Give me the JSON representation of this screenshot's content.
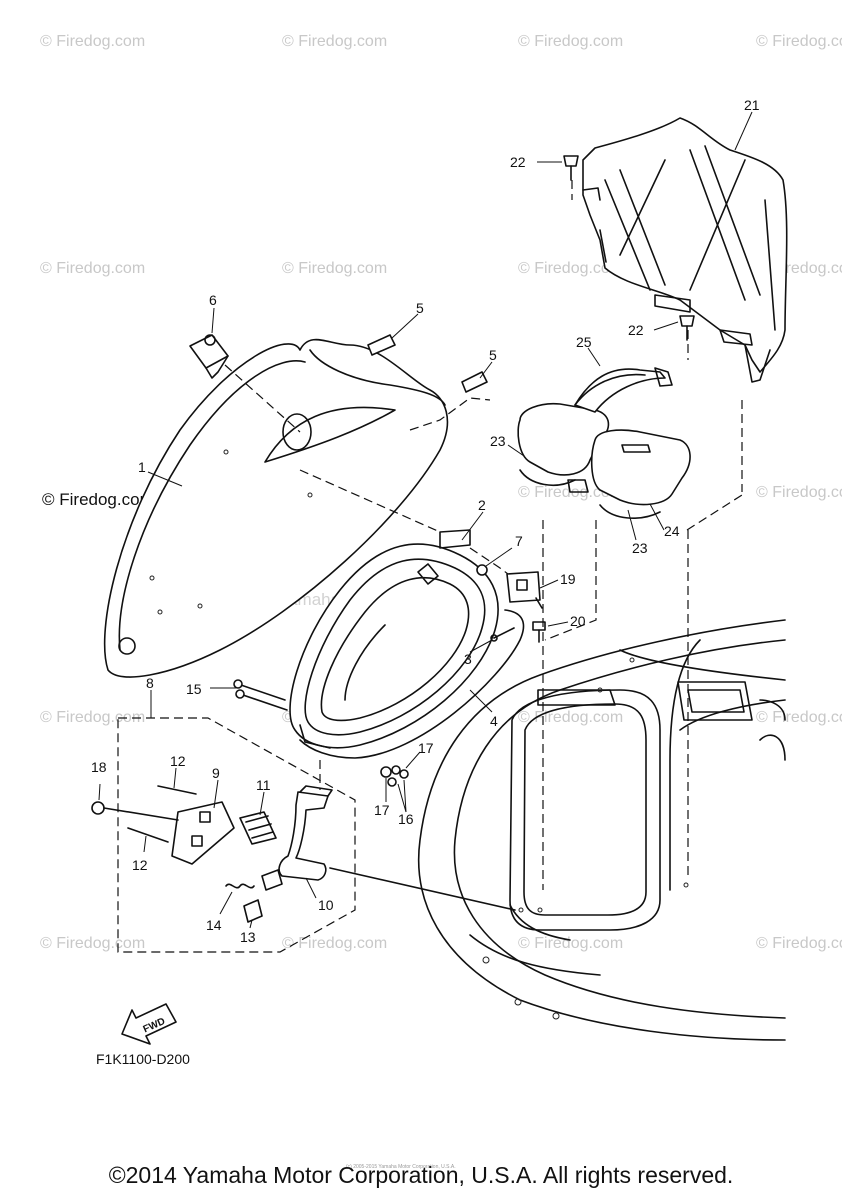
{
  "watermark": {
    "text": "© Firedog.com",
    "center_text": "Yamaha Motor Corp., U.S.A.",
    "color": "#c8c8c8"
  },
  "part_labels": {
    "p1": "1",
    "p2": "2",
    "p3": "3",
    "p4": "4",
    "p5a": "5",
    "p5b": "5",
    "p6": "6",
    "p7": "7",
    "p8": "8",
    "p9": "9",
    "p10": "10",
    "p11": "11",
    "p12a": "12",
    "p12b": "12",
    "p13": "13",
    "p14": "14",
    "p15": "15",
    "p16": "16",
    "p17a": "17",
    "p17b": "17",
    "p18": "18",
    "p19": "19",
    "p20": "20",
    "p21": "21",
    "p22a": "22",
    "p22b": "22",
    "p23a": "23",
    "p23b": "23",
    "p24": "24",
    "p25": "25"
  },
  "fwd_label": "FWD",
  "diagram_code": "F1K1100-D200",
  "copyright": "©2014 Yamaha Motor Corporation, U.S.A. All rights reserved.",
  "fine_print": "(c) 2005-2015 Yamaha Motor Corporation, U.S.A.",
  "colors": {
    "line": "#111111",
    "background": "#ffffff"
  }
}
